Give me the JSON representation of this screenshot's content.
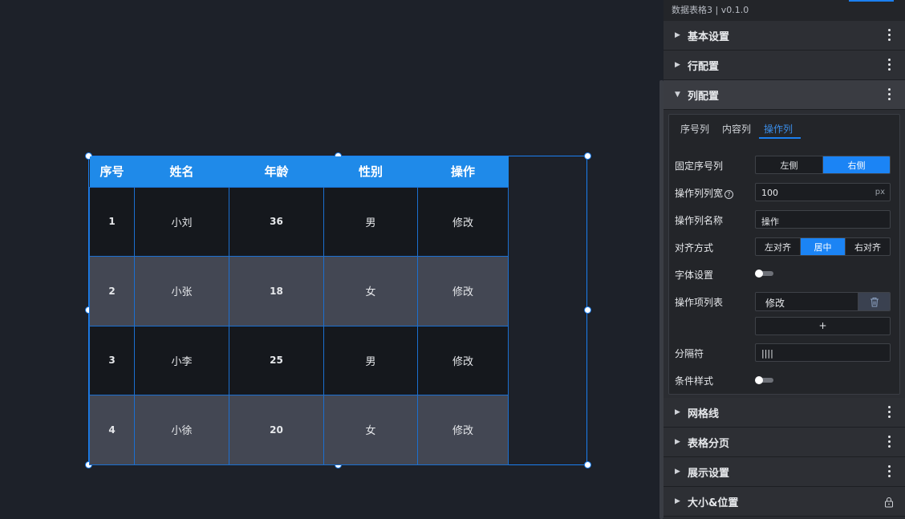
{
  "panel": {
    "title": "数据表格3 | v0.1.0",
    "sections_top": [
      {
        "label": "基本设置"
      },
      {
        "label": "行配置"
      },
      {
        "label": "列配置"
      }
    ],
    "sections_bottom": [
      {
        "label": "网格线"
      },
      {
        "label": "表格分页"
      },
      {
        "label": "展示设置"
      },
      {
        "label": "大小&位置"
      }
    ]
  },
  "column_config": {
    "tabs": [
      "序号列",
      "内容列",
      "操作列"
    ],
    "active_tab": "操作列",
    "fixed_label": "固定序号列",
    "fixed_options": [
      "左侧",
      "右侧"
    ],
    "fixed_selected": "右侧",
    "width_label": "操作列列宽",
    "width_value": "100",
    "width_unit": "px",
    "name_label": "操作列名称",
    "name_value": "操作",
    "align_label": "对齐方式",
    "align_options": [
      "左对齐",
      "居中",
      "右对齐"
    ],
    "align_selected": "居中",
    "font_label": "字体设置",
    "font_enabled": false,
    "items_label": "操作项列表",
    "items": [
      "修改"
    ],
    "add_label": "+",
    "separator_label": "分隔符",
    "separator_value": "||||",
    "condition_label": "条件样式",
    "condition_enabled": false
  },
  "table": {
    "headers": [
      "序号",
      "姓名",
      "年龄",
      "性别",
      "操作"
    ],
    "rows": [
      [
        "1",
        "小刘",
        "36",
        "男",
        "修改"
      ],
      [
        "2",
        "小张",
        "18",
        "女",
        "修改"
      ],
      [
        "3",
        "小李",
        "25",
        "男",
        "修改"
      ],
      [
        "4",
        "小徐",
        "20",
        "女",
        "修改"
      ]
    ],
    "colors": {
      "header_bg": "#1f8ae9",
      "odd_row_bg": "#15181d",
      "even_row_bg": "#434753",
      "grid_line": "#1b6fd0",
      "selection": "#1b7ff0"
    }
  }
}
